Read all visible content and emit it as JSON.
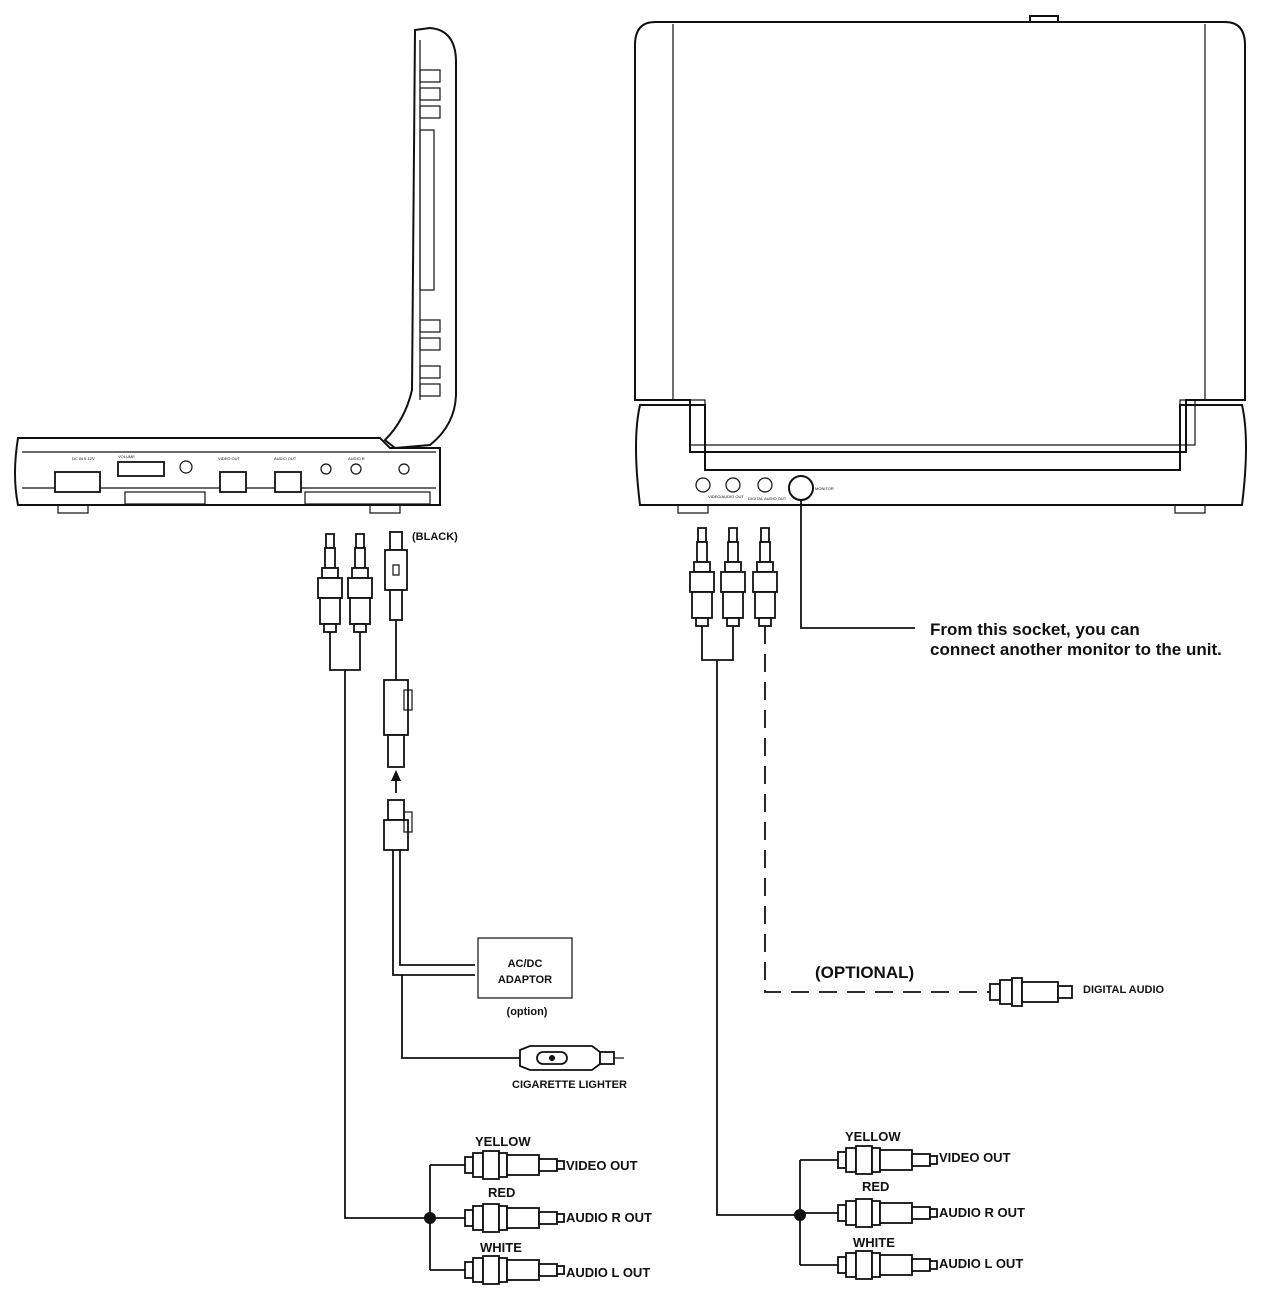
{
  "labels": {
    "black": "(BLACK)",
    "acdc_line1": "AC/DC",
    "acdc_line2": "ADAPTOR",
    "option": "(option)",
    "cigarette_lighter": "CIGARETTE LIGHTER",
    "optional": "(OPTIONAL)",
    "digital_audio": "DIGITAL AUDIO",
    "socket_note_line1": "From this socket, you can",
    "socket_note_line2": "connect another monitor to the unit."
  },
  "left_outputs": [
    {
      "color_label": "YELLOW",
      "output_label": "VIDEO OUT"
    },
    {
      "color_label": "RED",
      "output_label": "AUDIO R OUT"
    },
    {
      "color_label": "WHITE",
      "output_label": "AUDIO L OUT"
    }
  ],
  "right_outputs": [
    {
      "color_label": "YELLOW",
      "output_label": "VIDEO OUT"
    },
    {
      "color_label": "RED",
      "output_label": "AUDIO R OUT"
    },
    {
      "color_label": "WHITE",
      "output_label": "AUDIO L OUT"
    }
  ],
  "colors": {
    "line": "#111111",
    "background": "#ffffff"
  }
}
